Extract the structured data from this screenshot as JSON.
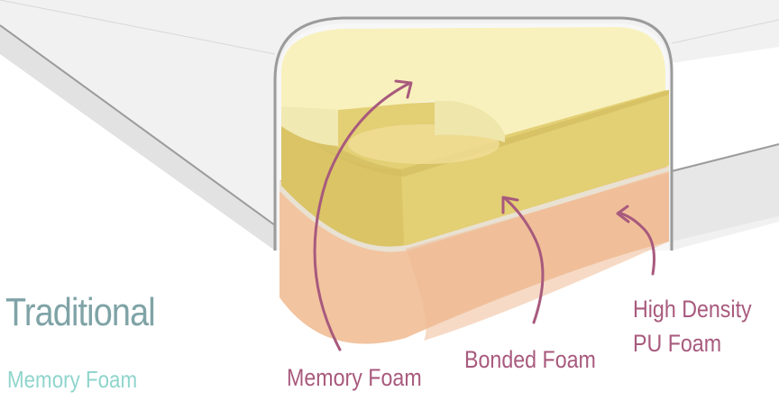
{
  "title": {
    "main": "Traditional",
    "sub": "Memory Foam"
  },
  "labels": {
    "memory_foam": "Memory Foam",
    "bonded_foam": "Bonded Foam",
    "high_density_line1": "High Density",
    "high_density_line2": "PU Foam"
  },
  "colors": {
    "title_main": "#7fa3a6",
    "title_sub": "#8fd5cc",
    "label_text": "#a85a7d",
    "arrow": "#a85a7d",
    "mattress_cover": "#ececec",
    "mattress_outline": "#9b9b9b",
    "memory_foam_layer": "#f8f1bd",
    "bonded_foam_layer": "#e3cf74",
    "pu_foam_layer": "#f2c4a0"
  },
  "icons": {
    "arrows": "curved-arrow-icon"
  }
}
